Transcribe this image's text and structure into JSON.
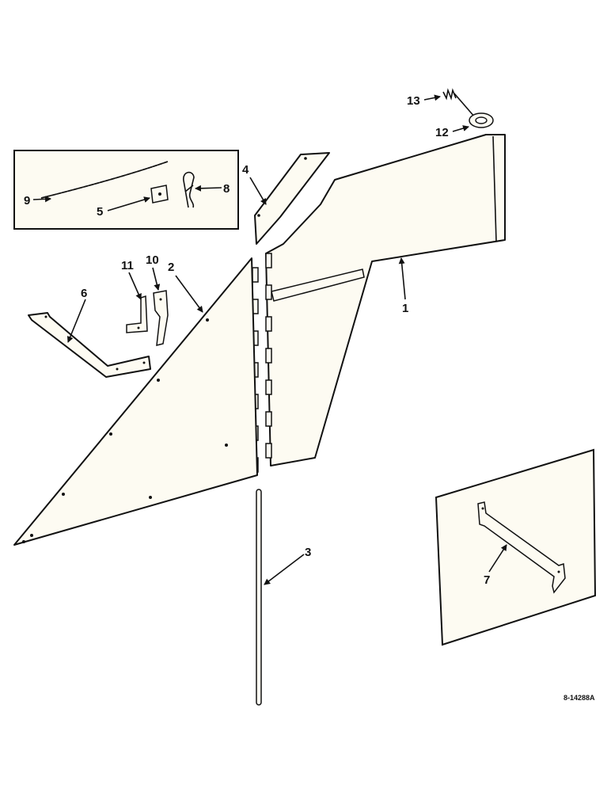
{
  "callouts": {
    "c1": "1",
    "c2": "2",
    "c3": "3",
    "c4": "4",
    "c5": "5",
    "c6": "6",
    "c7": "7",
    "c8": "8",
    "c9": "9",
    "c10": "10",
    "c11": "11",
    "c12": "12",
    "c13": "13"
  },
  "drawing_id": "8-14288A"
}
